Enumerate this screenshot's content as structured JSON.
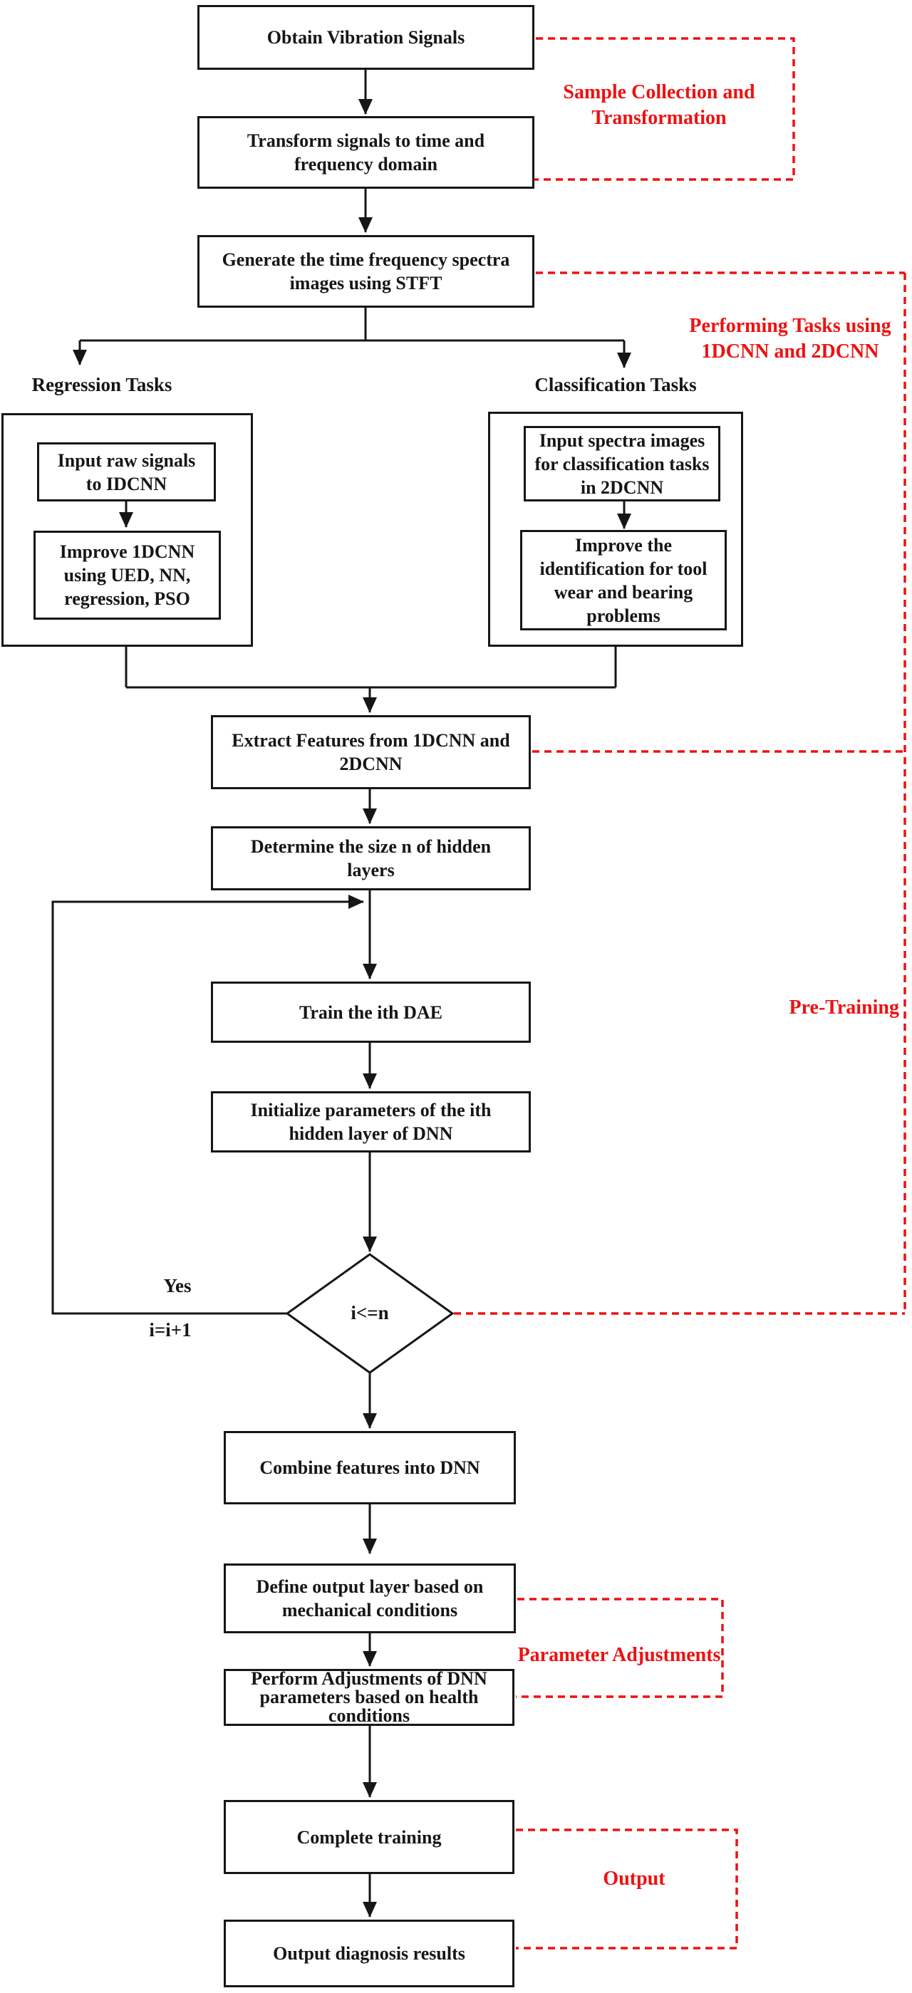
{
  "colors": {
    "ink": "#161616",
    "annotation_red": "#ee1111",
    "background": "#ffffff"
  },
  "nodes": {
    "obtain": "Obtain Vibration Signals",
    "transform": "Transform signals to time and frequency domain",
    "generate": "Generate the time frequency spectra images using STFT",
    "input_raw": "Input raw signals to IDCNN",
    "improve_1dcnn": "Improve 1DCNN using UED, NN, regression, PSO",
    "input_spectra": "Input spectra images for classification tasks in 2DCNN",
    "improve_identification": "Improve the identification for tool wear and bearing problems",
    "extract": "Extract Features from 1DCNN and 2DCNN",
    "determine": "Determine the size n of hidden layers",
    "train": "Train the ith DAE",
    "initialize": "Initialize parameters of the ith hidden layer of DNN",
    "decision": "i<=n",
    "combine": "Combine features into DNN",
    "define_output": "Define output layer based on mechanical conditions",
    "perform_adjustments": "Perform Adjustments of DNN parameters based on health conditions",
    "complete_training": "Complete training",
    "output_results": "Output diagnosis results"
  },
  "branch_labels": {
    "regression": "Regression Tasks",
    "classification": "Classification Tasks"
  },
  "edge_labels": {
    "yes": "Yes",
    "increment": "i=i+1"
  },
  "annotations": {
    "sample_collection": "Sample Collection and Transformation",
    "performing_tasks": "Performing Tasks using 1DCNN and 2DCNN",
    "pre_training": "Pre-Training",
    "parameter_adjustments": "Parameter Adjustments",
    "output": "Output"
  }
}
